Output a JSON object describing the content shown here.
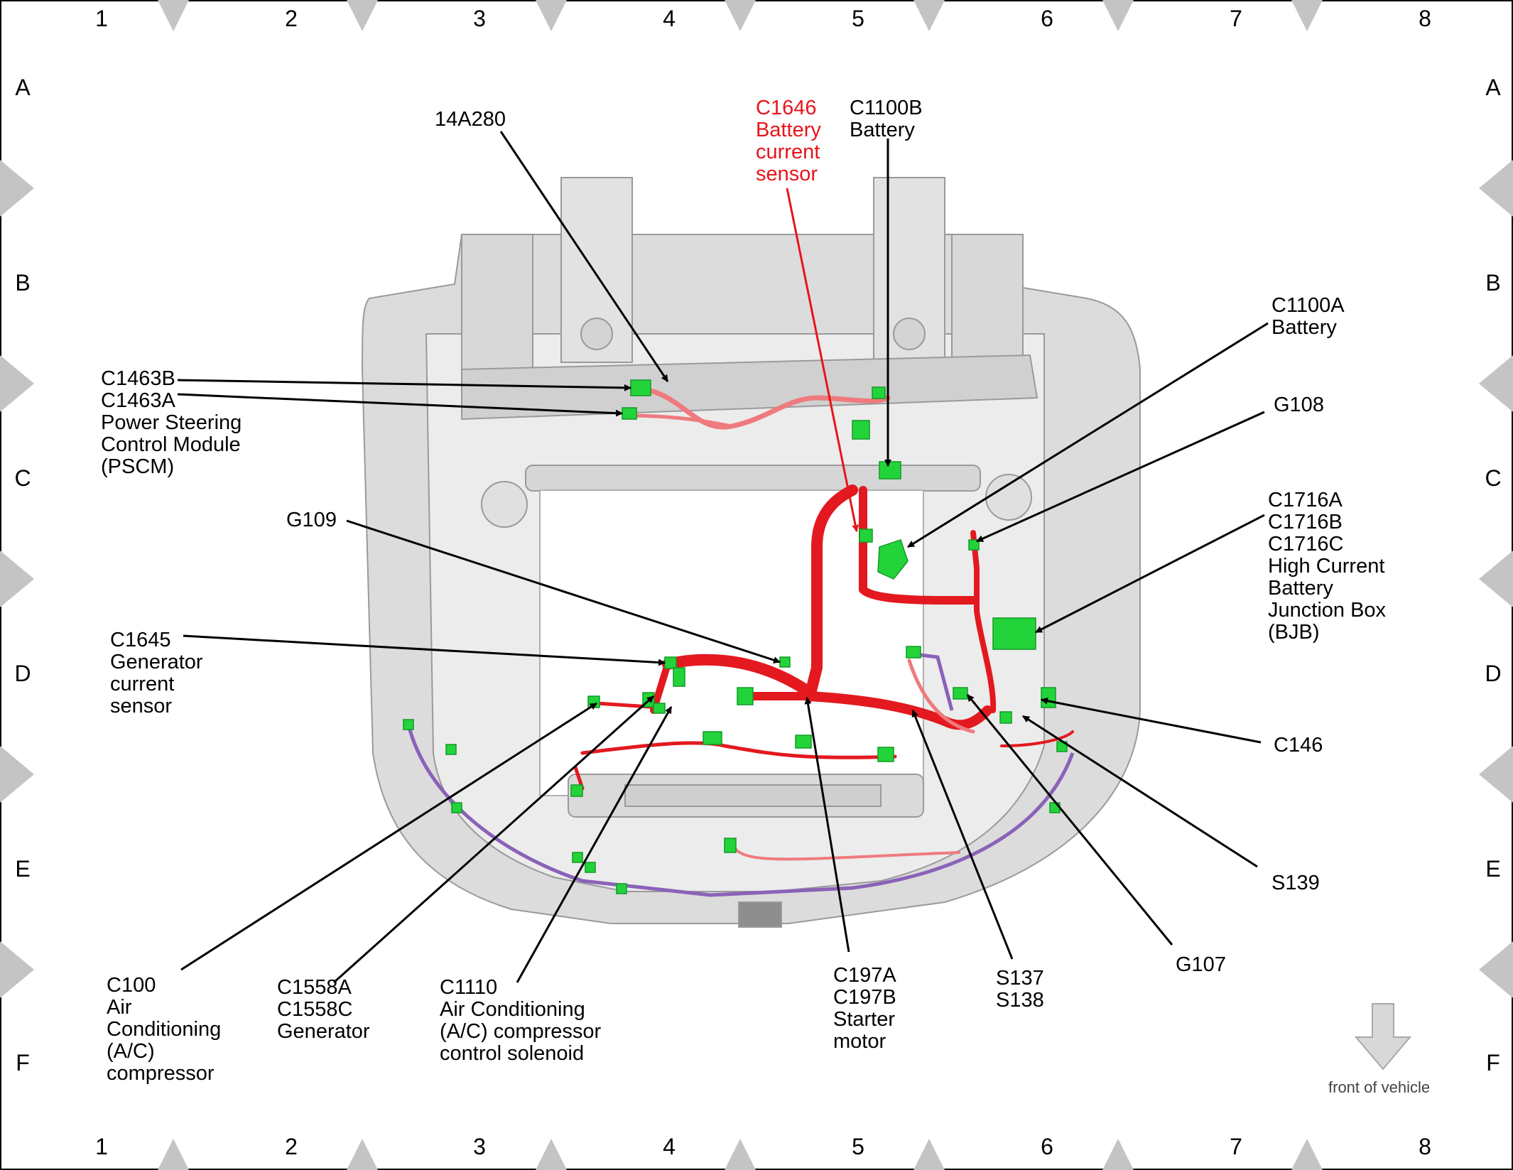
{
  "grid": {
    "columns": [
      "1",
      "2",
      "3",
      "4",
      "5",
      "6",
      "7",
      "8"
    ],
    "rows": [
      "A",
      "B",
      "C",
      "D",
      "E",
      "F"
    ]
  },
  "labels": {
    "l_14A280": [
      "14A280"
    ],
    "c1646": [
      "C1646",
      "Battery",
      "current",
      "sensor"
    ],
    "c1100b": [
      "C1100B",
      "Battery"
    ],
    "c1463": [
      "C1463B",
      "C1463A",
      "Power Steering",
      "Control Module",
      "(PSCM)"
    ],
    "c1100a": [
      "C1100A",
      "Battery"
    ],
    "g108": [
      "G108"
    ],
    "c1716": [
      "C1716A",
      "C1716B",
      "C1716C",
      "High Current",
      "Battery",
      "Junction Box",
      "(BJB)"
    ],
    "g109": [
      "G109"
    ],
    "c1645": [
      "C1645",
      "Generator",
      "current",
      "sensor"
    ],
    "c146": [
      "C146"
    ],
    "s139": [
      "S139"
    ],
    "g107": [
      "G107"
    ],
    "s137": [
      "S137",
      "S138"
    ],
    "c197": [
      "C197A",
      "C197B",
      "Starter",
      "motor"
    ],
    "c1110": [
      "C1110",
      "Air Conditioning",
      "(A/C) compressor",
      "control solenoid"
    ],
    "c1558": [
      "C1558A",
      "C1558C",
      "Generator"
    ],
    "c100": [
      "C100",
      "Air",
      "Conditioning",
      "(A/C)",
      "compressor"
    ]
  },
  "front_of_vehicle": "front of vehicle",
  "colors": {
    "highlight": "#e8141b",
    "harness_red": "#e3191f",
    "harness_purple": "#8a62b8",
    "connector_green": "#22d43a",
    "body_gray": "#cfcfcf",
    "marker_gray": "#c4c4c4"
  }
}
